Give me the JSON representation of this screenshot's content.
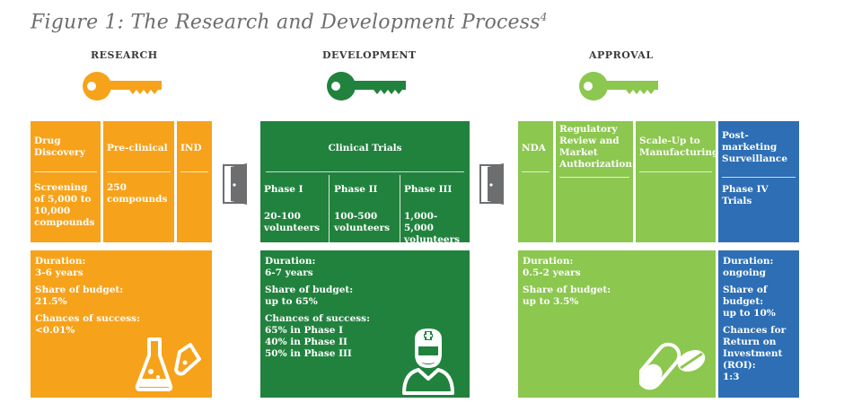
{
  "figure": {
    "title": "Figure 1: The Research and Development Process",
    "footnote": "4"
  },
  "stages": {
    "research": "RESEARCH",
    "development": "DEVELOPMENT",
    "approval": "APPROVAL"
  },
  "research": {
    "drug_discovery": {
      "title": "Drug Discovery",
      "detail": "Screening of 5,000 to 10,000 compounds"
    },
    "preclinical": {
      "title": "Pre-clinical",
      "detail": "250 compounds"
    },
    "ind": {
      "title": "IND"
    },
    "info": {
      "duration_label": "Duration:",
      "duration": "3-6 years",
      "budget_label": "Share of budget:",
      "budget": "21.5%",
      "success_label": "Chances of success:",
      "success": "<0.01%"
    }
  },
  "development": {
    "header": "Clinical Trials",
    "phases": [
      {
        "name": "Phase I",
        "volunteers": "20-100 volunteers"
      },
      {
        "name": "Phase II",
        "volunteers": "100-500 volunteers"
      },
      {
        "name": "Phase III",
        "volunteers": "1,000-5,000 volunteers"
      }
    ],
    "info": {
      "duration_label": "Duration:",
      "duration": "6-7 years",
      "budget_label": "Share of budget:",
      "budget": "up to 65%",
      "success_label": "Chances of success:",
      "success_lines": [
        "65% in Phase I",
        "40% in Phase II",
        "50% in Phase III"
      ]
    }
  },
  "approval": {
    "nda": {
      "title": "NDA"
    },
    "regulatory": {
      "title": "Regulatory Review and Market Authorization"
    },
    "scaleup": {
      "title": "Scale-Up to Manufacturing"
    },
    "info": {
      "duration_label": "Duration:",
      "duration": "0.5-2 years",
      "budget_label": "Share of budget:",
      "budget": "up to 3.5%"
    }
  },
  "postmarketing": {
    "title": "Post-marketing Surveillance",
    "detail": "Phase IV Trials",
    "info": {
      "duration_label": "Duration:",
      "duration": "ongoing",
      "budget_label": "Share of budget:",
      "budget": "up to 10%",
      "roi_label": "Chances for Return on Investment (ROI):",
      "roi": "1:3"
    }
  },
  "colors": {
    "research": "#f7a21b",
    "development": "#21823e",
    "approval": "#8cc74f",
    "postmarketing": "#2d6eb5",
    "door": "#6d6e70"
  },
  "icons": [
    "key-icon",
    "door-icon",
    "flask-icon",
    "doctor-icon",
    "pills-icon"
  ]
}
